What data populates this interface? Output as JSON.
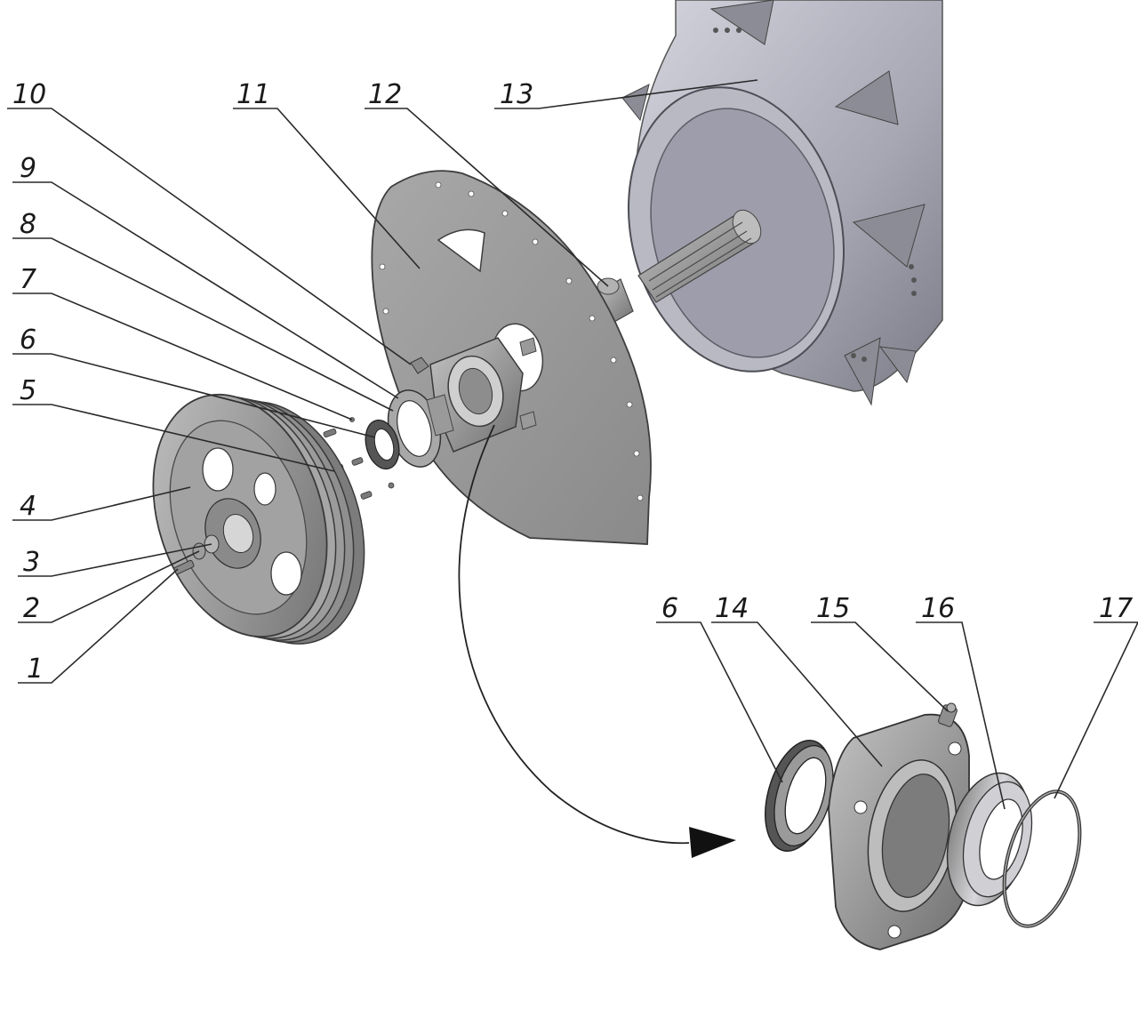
{
  "figure": {
    "callouts": {
      "c1": "1",
      "c2": "2",
      "c3": "3",
      "c4": "4",
      "c5": "5",
      "c6": "6",
      "c7": "7",
      "c8": "8",
      "c9": "9",
      "c10": "10",
      "c11": "11",
      "c12": "12",
      "c13": "13",
      "c6b": "6",
      "c14": "14",
      "c15": "15",
      "c16": "16",
      "c17": "17"
    }
  },
  "colors": {
    "metal": "#9b9b9b",
    "metal_dark": "#6e6e6e",
    "metal_light": "#c9c9cf",
    "drum": "#a9a9b6",
    "line": "#2a2a2a"
  }
}
